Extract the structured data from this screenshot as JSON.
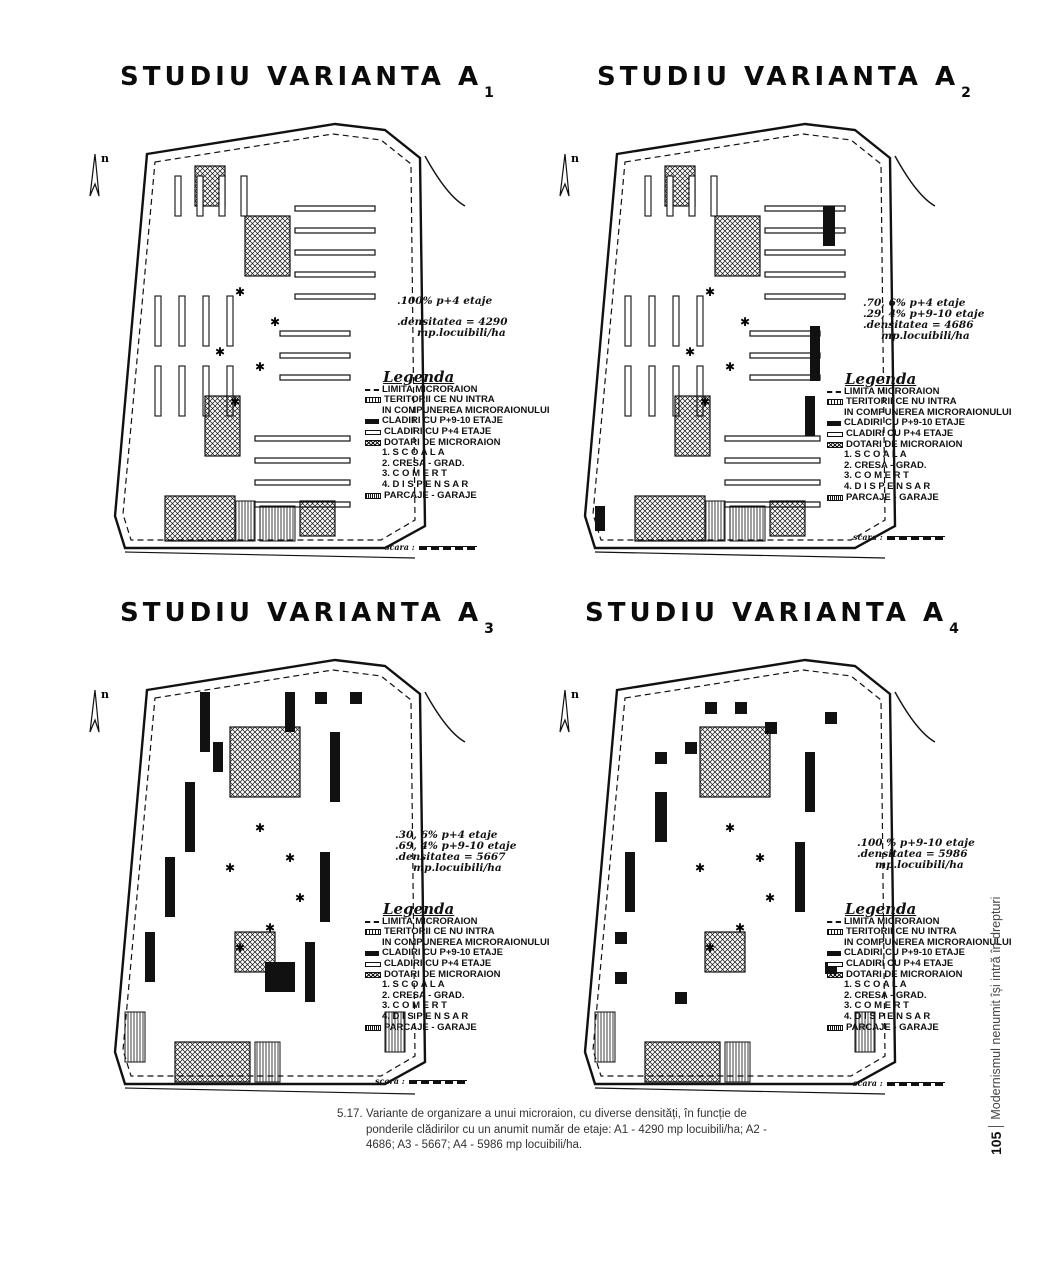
{
  "panels": [
    {
      "title_main": "STUDIU VARIANTA A",
      "title_sub": "1",
      "stats": [
        ".100% p+4 etaje",
        ".densitatea = 4290",
        "mp.locuibili/ha"
      ]
    },
    {
      "title_main": "STUDIU VARIANTA A",
      "title_sub": "2",
      "stats": [
        ".70, 6% p+4 etaje",
        ".29, 4% p+9-10 etaje",
        ".densitatea = 4686",
        "mp.locuibili/ha"
      ]
    },
    {
      "title_main": "STUDIU VARIANTA A",
      "title_sub": "3",
      "stats": [
        ".30, 6% p+4 etaje",
        ".69, 4% p+9-10 etaje",
        ".densitatea = 5667",
        "mp.locuibili/ha"
      ]
    },
    {
      "title_main": "STUDIU VARIANTA A",
      "title_sub": "4",
      "stats": [
        ".100 % p+9-10 etaje",
        ".densitatea = 5986",
        "mp.locuibili/ha"
      ]
    }
  ],
  "legend": {
    "title": "Legenda",
    "items": [
      {
        "label": "LIMITA MICRORAION",
        "symbol": "dash"
      },
      {
        "label": "TERITORII CE NU INTRA",
        "symbol": "grid"
      },
      {
        "label": "IN COMPUNEREA MICRORAIONULUI",
        "symbol": "none"
      },
      {
        "label": "CLADIRI CU P+9-10 ETAJE",
        "symbol": "black"
      },
      {
        "label": "CLADIRI CU P+4    ETAJE",
        "symbol": "outline"
      },
      {
        "label": "DOTARI DE MICRORAION",
        "symbol": "cross"
      },
      {
        "label": "1. S C O A L A",
        "symbol": "none"
      },
      {
        "label": "2. CRESA - GRAD.",
        "symbol": "none"
      },
      {
        "label": "3. C O M E R T",
        "symbol": "none"
      },
      {
        "label": "4. D I S P E N S A R",
        "symbol": "none"
      },
      {
        "label": "PARCAJE - GARAJE",
        "symbol": "hatch"
      }
    ]
  },
  "north_label": "n",
  "scale_label": "scara :",
  "caption": {
    "number": "5.17.",
    "text": "Variante de organizare a unui microraion, cu diverse densități, în funcție de ponderile clădirilor cu un anumit număr de etaje: A1 - 4290 mp locuibili/ha; A2 - 4686; A3 - 5667; A4 - 5986 mp locuibili/ha."
  },
  "side": {
    "page_number": "105",
    "running_title": "Modernismul nenumit își intră în drepturi"
  }
}
